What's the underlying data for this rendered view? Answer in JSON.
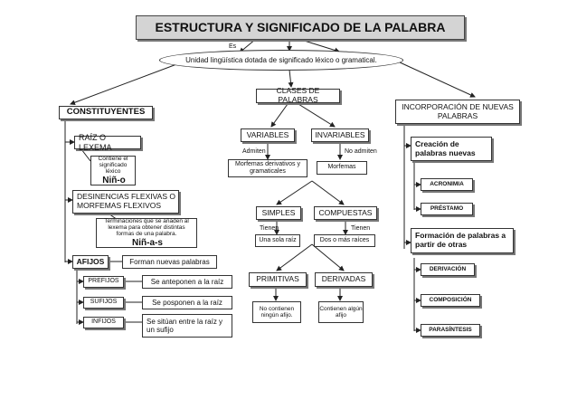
{
  "title": "ESTRUCTURA Y SIGNIFICADO DE LA PALABRA",
  "es_label": "Es",
  "definition": "Unidad lingüística dotada de significado léxico o gramatical.",
  "constituyentes": {
    "title": "CONSTITUYENTES",
    "raiz": "RAÍZ O LEXEMA",
    "raiz_desc": "Contiene el significado léxico",
    "raiz_example": "Niñ-o",
    "desinencias": "DESINENCIAS FLEXIVAS O MORFEMAS FLEXIVOS",
    "desinencias_desc": "Terminaciones que se añaden al lexema para obtener distintas formas de una palabra.",
    "desinencias_example": "Niñ-a-s",
    "afijos": "AFIJOS",
    "afijos_desc": "Forman nuevas palabras",
    "prefijos": "PREFIJOS",
    "prefijos_desc": "Se anteponen a la raíz",
    "sufijos": "SUFIJOS",
    "sufijos_desc": "Se posponen a la raíz",
    "infijos": "INFIJOS",
    "infijos_desc": "Se sitúan entre la raíz y un sufijo"
  },
  "clases": {
    "title": "CLASES DE PALABRAS",
    "variables": "VARIABLES",
    "admiten": "Admiten",
    "variables_desc": "Morfemas derivativos y gramaticales",
    "invariables": "INVARIABLES",
    "no_admiten": "No admiten",
    "invariables_desc": "Morfemas",
    "simples": "SIMPLES",
    "simples_tienen": "Tienen",
    "simples_desc": "Una sola raíz",
    "compuestas": "COMPUESTAS",
    "compuestas_tienen": "Tienen",
    "compuestas_desc": "Dos o más raíces",
    "primitivas": "PRIMITIVAS",
    "primitivas_desc": "No contienen ningún afijo.",
    "derivadas": "DERIVADAS",
    "derivadas_desc": "Contienen algún afijo"
  },
  "incorporacion": {
    "title": "INCORPORACIÓN DE NUEVAS PALABRAS",
    "creacion": "Creación de palabras nuevas",
    "acronimia": "ACRONIMIA",
    "prestamo": "PRÉSTAMO",
    "formacion": "Formación de palabras a partir de otras",
    "derivacion": "DERIVACIÓN",
    "composicion": "COMPOSICIÓN",
    "parasintesis": "PARASÍNTESIS"
  }
}
